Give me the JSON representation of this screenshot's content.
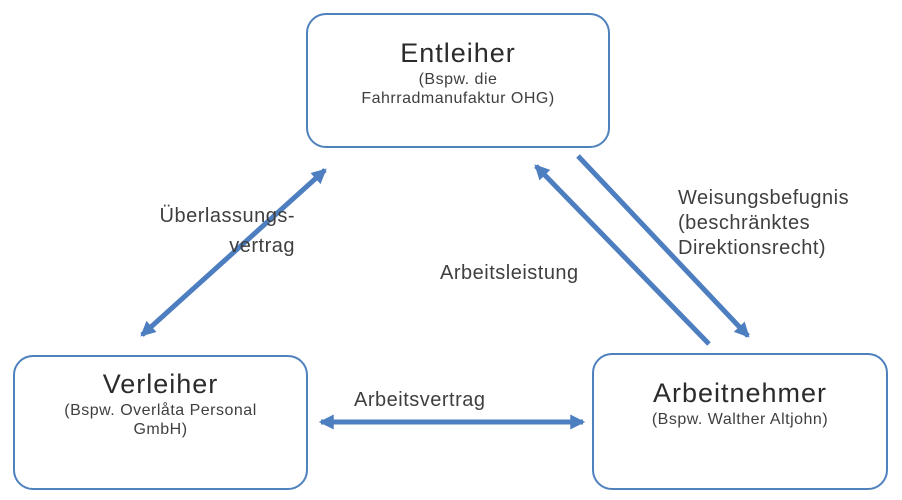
{
  "diagram_title": "Arbeitnehmerüberlassung (labor leasing) relationship triangle",
  "colors": {
    "accent": "#4f81bd",
    "arrow": "#4d7ebf",
    "title_text": "#2b2b2b",
    "label_text": "#3f3f3f",
    "background": "#ffffff"
  },
  "nodes": {
    "entleiher": {
      "title": "Entleiher",
      "subtitle_lines": [
        "(Bspw. die",
        "Fahrradmanufaktur OHG)"
      ]
    },
    "verleiher": {
      "title": "Verleiher",
      "subtitle_lines": [
        "(Bspw. Overlåta Personal",
        "GmbH)"
      ]
    },
    "arbeitnehmer": {
      "title": "Arbeitnehmer",
      "subtitle_lines": [
        "(Bspw. Walther Altjohn)"
      ]
    }
  },
  "edges": {
    "ueberlassungsvertrag": {
      "label_lines": [
        "Überlassungs-",
        "vertrag"
      ],
      "between": [
        "Verleiher",
        "Entleiher"
      ],
      "direction": "both"
    },
    "arbeitsleistung": {
      "label": "Arbeitsleistung",
      "between": [
        "Arbeitnehmer",
        "Entleiher"
      ],
      "direction": "to-entleiher"
    },
    "weisungsbefugnis": {
      "label_lines": [
        "Weisungsbefugnis",
        "(beschränktes",
        "Direktionsrecht)"
      ],
      "between": [
        "Entleiher",
        "Arbeitnehmer"
      ],
      "direction": "to-arbeitnehmer"
    },
    "arbeitsvertrag": {
      "label": "Arbeitsvertrag",
      "between": [
        "Verleiher",
        "Arbeitnehmer"
      ],
      "direction": "both"
    }
  }
}
